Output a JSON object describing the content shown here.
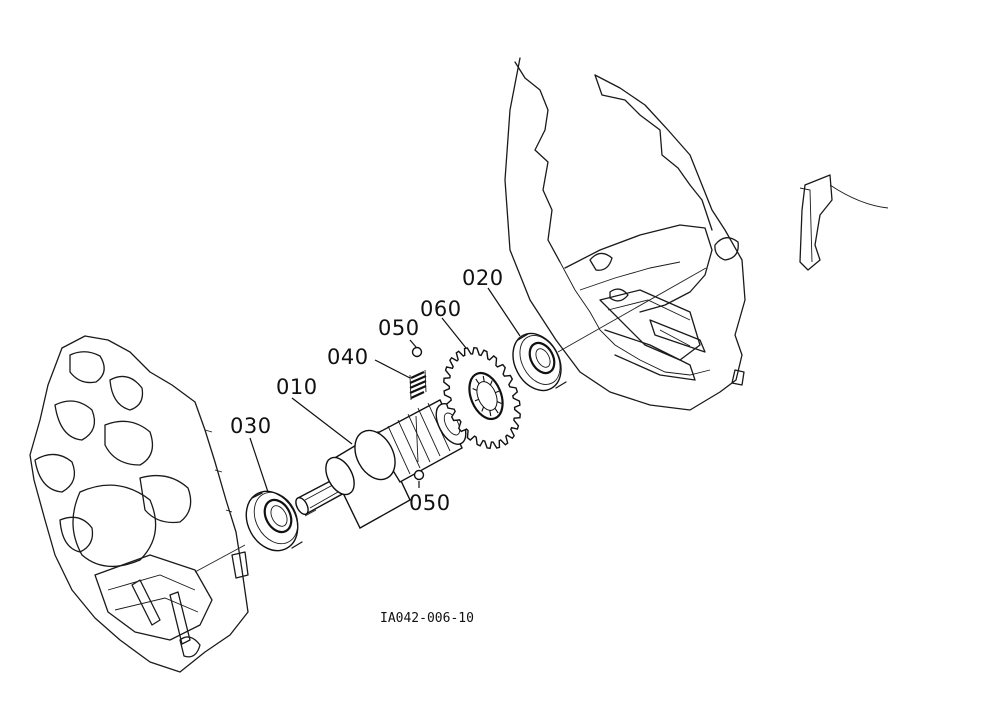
{
  "parts": {
    "p010": "010",
    "p020": "020",
    "p030": "030",
    "p040": "040",
    "p050_top": "050",
    "p050_bottom": "050",
    "p060": "060"
  },
  "drawing_code": "IA042-006-10"
}
